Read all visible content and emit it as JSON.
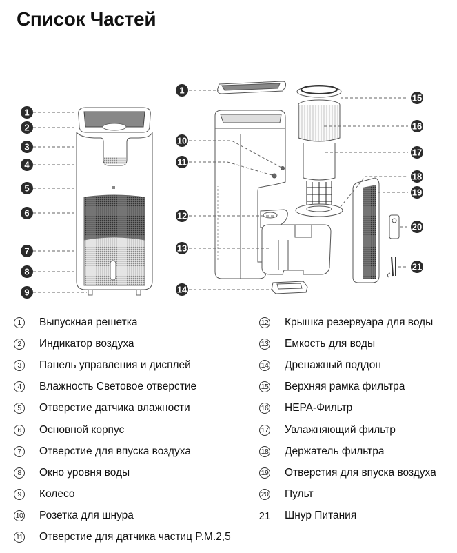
{
  "title": "Список Частей",
  "diagram": {
    "left_callouts": [
      "1",
      "2",
      "3",
      "4",
      "5",
      "6",
      "7",
      "8",
      "9"
    ],
    "right_callouts_left_side": [
      "1",
      "10",
      "11",
      "12",
      "13",
      "14"
    ],
    "right_callouts_right_side": [
      "15",
      "16",
      "17",
      "18",
      "19",
      "20",
      "21"
    ],
    "callout_color": "#2b2b2b"
  },
  "legend": {
    "column1": [
      {
        "num": "1",
        "label": "Выпускная решетка"
      },
      {
        "num": "2",
        "label": "Индикатор воздуха"
      },
      {
        "num": "3",
        "label": "Панель управления и дисплей"
      },
      {
        "num": "4",
        "label": "Влажность Световое отверстие"
      },
      {
        "num": "5",
        "label": "Отверстие датчика влажности"
      },
      {
        "num": "6",
        "label": "Основной корпус"
      },
      {
        "num": "7",
        "label": "Отверстие для впуска воздуха"
      },
      {
        "num": "8",
        "label": "Окно уровня воды"
      },
      {
        "num": "9",
        "label": "Колесо"
      },
      {
        "num": "10",
        "label": "Розетка для шнура"
      },
      {
        "num": "11",
        "label": "Отверстие для датчика частиц P.M.2,5"
      }
    ],
    "column2": [
      {
        "num": "12",
        "label": "Крышка резервуара для воды"
      },
      {
        "num": "13",
        "label": "Емкость для воды"
      },
      {
        "num": "14",
        "label": "Дренажный поддон"
      },
      {
        "num": "15",
        "label": "Верхняя рамка фильтра"
      },
      {
        "num": "16",
        "label": "HEPA-Фильтр"
      },
      {
        "num": "17",
        "label": "Увлажняющий фильтр"
      },
      {
        "num": "18",
        "label": "Держатель фильтра"
      },
      {
        "num": "19",
        "label": "Отверстия для впуска воздуха"
      },
      {
        "num": "20",
        "label": "Пульт"
      },
      {
        "num": "21",
        "label": "Шнур Питания"
      }
    ]
  }
}
